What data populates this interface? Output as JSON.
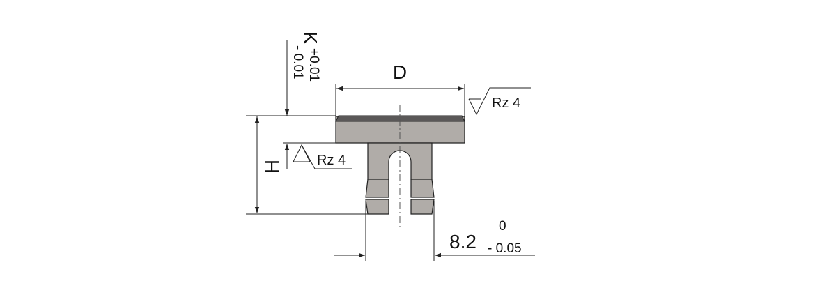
{
  "dimensions": {
    "diameter": {
      "label": "D"
    },
    "height": {
      "label": "H"
    },
    "head_thickness": {
      "label": "K",
      "tol_upper": "+0.01",
      "tol_lower": "- 0.01"
    },
    "shank_width": {
      "value": "8.2",
      "tol_upper": "0",
      "tol_lower": "- 0.05"
    }
  },
  "surface_finish": {
    "top": {
      "label": "Rz 4"
    },
    "underside": {
      "label": "Rz 4"
    }
  },
  "colors": {
    "part_fill": "#b0aca8",
    "top_face": "#5a5858",
    "lines": "#222222"
  }
}
